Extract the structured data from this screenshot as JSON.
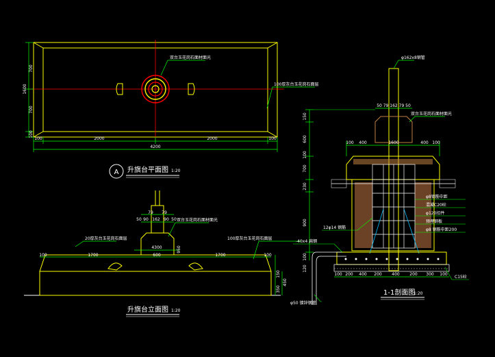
{
  "plan": {
    "title": "升旗台平面图",
    "scale": "1:20",
    "section_mark": "A",
    "dim_bottom": [
      "100",
      "2000",
      "2000",
      "100"
    ],
    "dim_total": "4200",
    "dim_left": [
      "700",
      "700",
      "100"
    ],
    "dim_left_total": "1600",
    "note_center": "双台玉花岗石面材面光",
    "note_right": "100厚灰台玉花岗石面层"
  },
  "elevation": {
    "title": "升旗台立面图",
    "scale": "1:20",
    "dim_top": [
      "79",
      "79"
    ],
    "dim_top2": [
      "50",
      "90",
      "162",
      "90",
      "50"
    ],
    "dim_mid": [
      "100",
      "1700",
      "600",
      "1700",
      "100"
    ],
    "dim_total": "4300",
    "dim_right": [
      "150",
      "450"
    ],
    "dim_right_side": "350",
    "note_left": "20厚灰台玉花岗石面层",
    "note_center": "双台玉花岗石面材面光",
    "note_right": "100厚灰台玉花岗石面层",
    "dim_vertical": "950"
  },
  "section": {
    "title": "1-1剖面图",
    "scale": "1:20",
    "pipe_label": "φ162x8钢管",
    "top_dims": "50 79 162 79 50",
    "note_top": "双台玉花岗石面材面光",
    "dim_row": [
      "100",
      "400",
      "1600",
      "400",
      "100"
    ],
    "left_dims": [
      "150",
      "600",
      "100",
      "700",
      "230",
      "900",
      "100",
      "120"
    ],
    "notes_right": [
      "φ8钢筋中距",
      "混凝C20砼",
      "φ120扣件",
      "预埋钢板",
      "φ8 钢筋中距200"
    ],
    "note_bar": "12φ14 钢筋",
    "note_flat": "-40x4 扁钢",
    "bottom_dims": [
      "100",
      "200",
      "400",
      "200",
      "400",
      "200",
      "300",
      "100"
    ],
    "note_bottom_right": "C15砼",
    "note_pipe": "φ50 镀锌钢管"
  },
  "colors": {
    "bg": "#000000",
    "yellow": "#ffff00",
    "green": "#00ff00",
    "white": "#ffffff",
    "red": "#ff0000",
    "cyan": "#00bfff",
    "brown": "#c08040"
  }
}
